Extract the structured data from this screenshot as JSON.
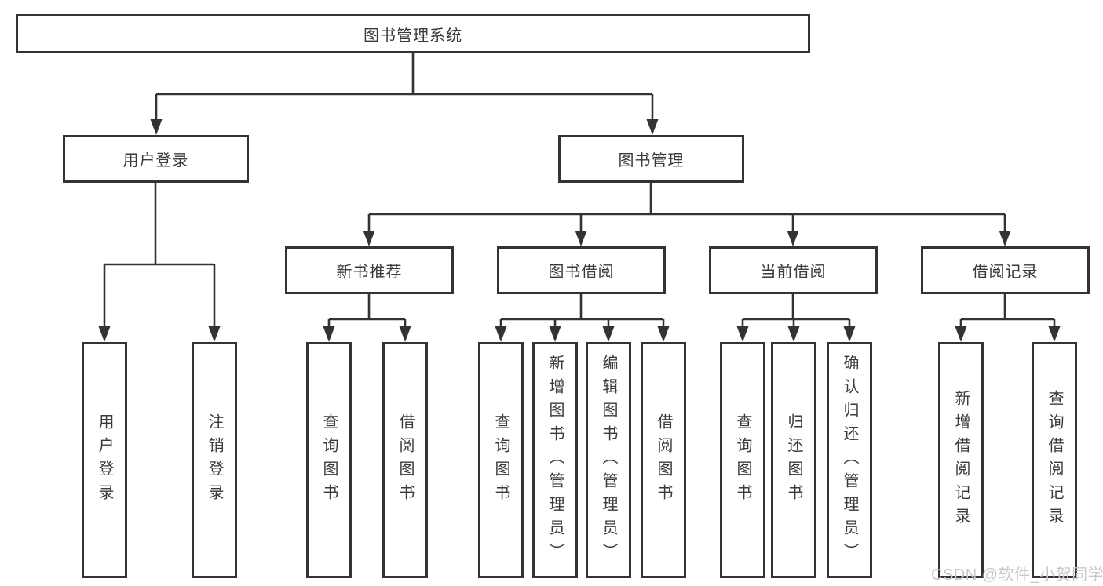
{
  "tree": {
    "root": {
      "label": "图书管理系统"
    },
    "children": [
      {
        "label": "用户登录",
        "children": [
          {
            "label": "用户登录"
          },
          {
            "label": "注销登录"
          }
        ]
      },
      {
        "label": "图书管理",
        "children": [
          {
            "label": "新书推荐",
            "children": [
              {
                "label": "查询图书"
              },
              {
                "label": "借阅图书"
              }
            ]
          },
          {
            "label": "图书借阅",
            "children": [
              {
                "label": "查询图书"
              },
              {
                "label": "新增图书（管理员）"
              },
              {
                "label": "编辑图书（管理员）"
              },
              {
                "label": "借阅图书"
              }
            ]
          },
          {
            "label": "当前借阅",
            "children": [
              {
                "label": "查询图书"
              },
              {
                "label": "归还图书"
              },
              {
                "label": "确认归还（管理员）"
              }
            ]
          },
          {
            "label": "借阅记录",
            "children": [
              {
                "label": "新增借阅记录"
              },
              {
                "label": "查询借阅记录"
              }
            ]
          }
        ]
      }
    ]
  },
  "watermark": {
    "text": "CSDN @软件_小贺同学"
  },
  "colors": {
    "line": "#333333",
    "box_border": "#333333",
    "text": "#3a3a3a",
    "background": "#ffffff",
    "watermark": "#c6c7cc"
  }
}
